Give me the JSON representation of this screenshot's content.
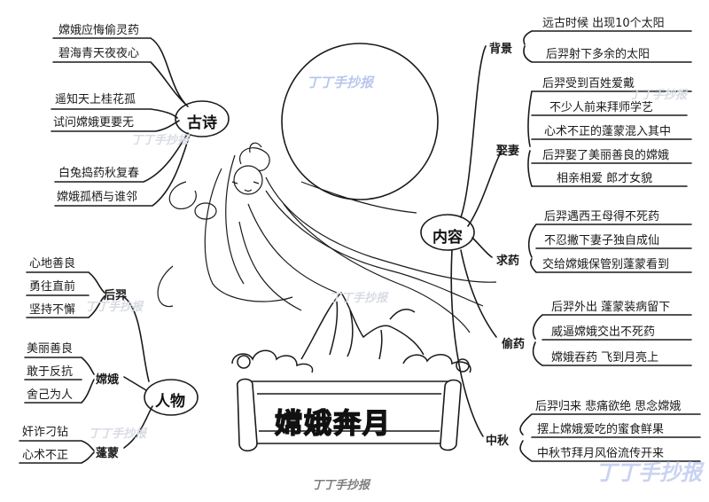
{
  "title": "嫦娥奔月",
  "watermark": "丁丁手抄报",
  "branches": {
    "gushi": {
      "label": "古诗",
      "items": [
        "嫦娥应悔偷灵药",
        "碧海青天夜夜心",
        "遥知天上桂花孤",
        "试问嫦娥更要无",
        "白兔捣药秋复春",
        "嫦娥孤栖与谁邻"
      ]
    },
    "renwu": {
      "label": "人物",
      "houyi": {
        "label": "后羿",
        "items": [
          "心地善良",
          "勇往直前",
          "坚持不懈"
        ]
      },
      "change": {
        "label": "嫦娥",
        "items": [
          "美丽善良",
          "敢于反抗",
          "舍己为人"
        ]
      },
      "pengmeng": {
        "label": "蓬蒙",
        "items": [
          "奸诈刁钻",
          "心术不正"
        ]
      }
    },
    "neirong": {
      "label": "内容",
      "beijing": {
        "label": "背景",
        "items": [
          "远古时候 出现10个太阳",
          "后羿射下多余的太阳"
        ]
      },
      "qushi": {
        "label": "娶妻",
        "items": [
          "后羿受到百姓爱戴",
          "不少人前来拜师学艺",
          "心术不正的蓬蒙混入其中",
          "后羿娶了美丽善良的嫦娥",
          "相亲相爱 郎才女貌"
        ]
      },
      "qiuyao": {
        "label": "求药",
        "items": [
          "后羿遇西王母得不死药",
          "不忍撇下妻子独自成仙",
          "交给嫦娥保管别蓬蒙看到"
        ]
      },
      "touyao": {
        "label": "偷药",
        "items": [
          "后羿外出 蓬蒙装病留下",
          "威逼嫦娥交出不死药",
          "嫦娥吞药 飞到月亮上"
        ]
      },
      "zhongqiu": {
        "label": "中秋",
        "items": [
          "后羿归来 悲痛欲绝 思念嫦娥",
          "摆上嫦娥爱吃的蜜食鲜果",
          "中秋节拜月风俗流传开来"
        ]
      }
    }
  }
}
